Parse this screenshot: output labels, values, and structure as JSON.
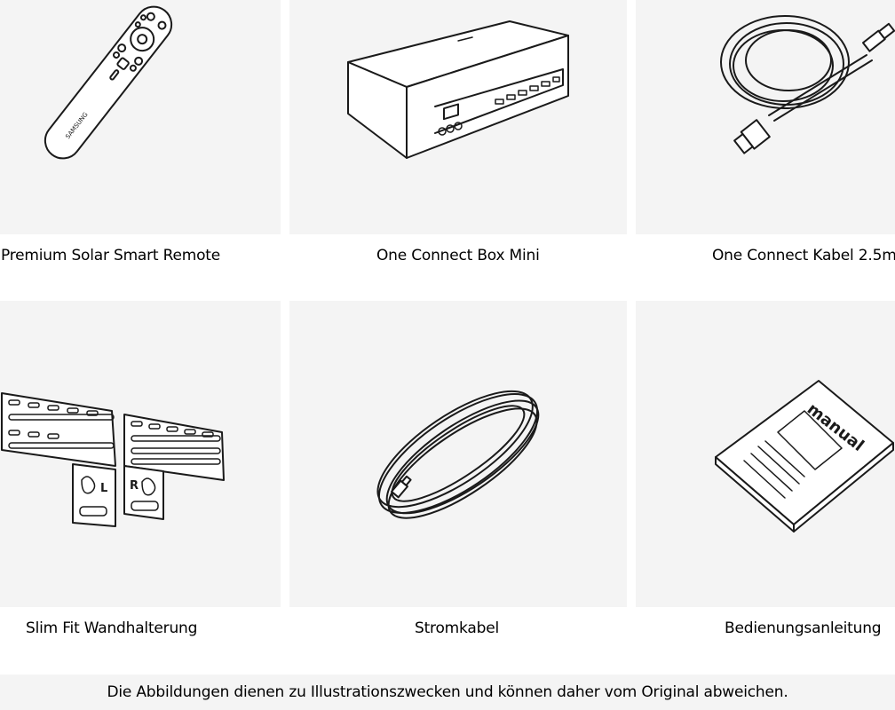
{
  "products": [
    {
      "label": "Premium Solar Smart Remote",
      "image_icon": "remote-control-icon"
    },
    {
      "label": "One Connect Box Mini",
      "image_icon": "one-connect-box-icon"
    },
    {
      "label": "One Connect Kabel 2.5m",
      "image_icon": "coiled-cable-icon"
    },
    {
      "label": "Slim Fit Wandhalterung",
      "image_icon": "wall-mount-icon"
    },
    {
      "label": "Stromkabel",
      "image_icon": "power-cable-icon"
    },
    {
      "label": "Bedienungsanleitung",
      "image_icon": "manual-book-icon"
    }
  ],
  "illustration_text": {
    "remote_brand": "SAMSUNG",
    "mount_left_mark": "L",
    "mount_right_mark": "R",
    "manual_cover": "manual"
  },
  "footer": {
    "disclaimer": "Die Abbildungen dienen zu Illustrationszwecken und können daher vom Original abweichen."
  },
  "colors": {
    "tile_background": "#f4f4f4",
    "line": "#1a1a1a"
  }
}
